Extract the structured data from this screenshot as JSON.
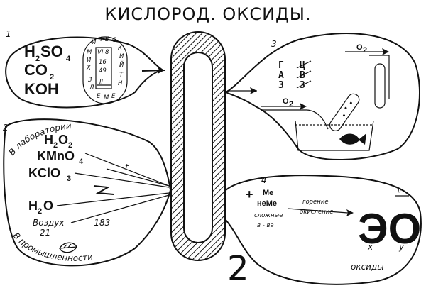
{
  "title": "КИСЛОРОД. ОКСИДЫ.",
  "page_number": "2",
  "panel1": {
    "number": "1",
    "formulas": [
      {
        "main": "H",
        "sub": "2",
        "main2": "SO",
        "sub2": "4"
      },
      {
        "main": "CO",
        "sub": "2"
      },
      {
        "main": "KOH"
      }
    ],
    "cell": {
      "arc_top": [
        "И",
        "Ч",
        "Е",
        "С"
      ],
      "arc_left": [
        "М",
        "И",
        "Х",
        "З",
        "Л"
      ],
      "arc_right": [
        "К",
        "И",
        "Й",
        "Т",
        "Н"
      ],
      "arc_bottom": [
        "Е",
        "М",
        "Е"
      ],
      "group": "VI",
      "number": "8",
      "mass": "16",
      "period": "II",
      "atomic": "49"
    }
  },
  "panel2": {
    "number": "2",
    "arc_top": "В лаборатории",
    "arc_bottom": "В промышленности",
    "lab_formulas": [
      {
        "main": "H",
        "sub": "2",
        "main2": "O",
        "sub2": "2"
      },
      {
        "main": "KMnO",
        "sub": "4"
      },
      {
        "main": "KClO",
        "sub": "3"
      }
    ],
    "heat_label": "t",
    "water": {
      "main": "H",
      "sub": "2",
      "main2": "O"
    },
    "air_label": "Воздух",
    "air_value": "21",
    "temp_label": "-183"
  },
  "panel3": {
    "number": "3",
    "gas_letters": [
      "Г",
      "А",
      "З"
    ],
    "props_letters": [
      "Ц",
      "В",
      "З"
    ],
    "tube_label_top": "O",
    "tube_label_top_sub": "2",
    "tube_label_left": "O",
    "tube_label_left_sub": "2"
  },
  "panel4": {
    "number": "4",
    "plus": "+",
    "reactants": [
      "Me",
      "неMe"
    ],
    "complex": [
      "сложные",
      "в - ва"
    ],
    "process": [
      "горение",
      "окисление"
    ],
    "formula_main": "ЭO",
    "sub_x": "x",
    "sub_y": "y",
    "valence": "II",
    "product_label": "оксиды"
  }
}
